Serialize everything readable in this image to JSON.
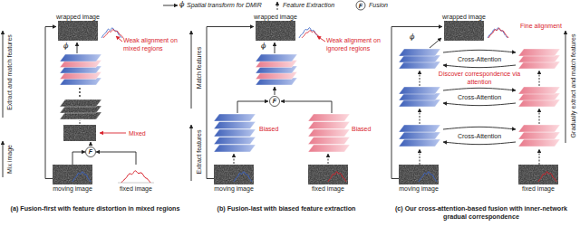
{
  "diagram": {
    "nodes": [
      {
        "text": [
          "(a) Fusion-first with feature distortion in mixed regions"
        ]
      },
      {
        "text": [
          "wrapped image"
        ],
        "in": 0
      },
      {
        "text": [
          "F"
        ],
        "in": 0
      },
      {
        "text": [
          "moving image"
        ],
        "in": 0
      },
      {
        "text": [
          "fixed image"
        ],
        "in": 0
      },
      {
        "text": [
          "(b) Fusion-last with biased feature extraction"
        ]
      },
      {
        "text": [
          "wrapped image"
        ],
        "in": 5
      },
      {
        "text": [
          "F"
        ],
        "in": 5
      },
      {
        "text": [
          "moving image"
        ],
        "in": 5
      },
      {
        "text": [
          "fixed image"
        ],
        "in": 5
      },
      {
        "text": [
          "(c) Our cross-attention-based fusion with inner-network gradual correspondence"
        ]
      },
      {
        "text": [
          "wrapped image"
        ],
        "in": 10
      },
      {
        "text": [
          "moving image"
        ],
        "in": 10
      },
      {
        "text": [
          "fixed image"
        ],
        "in": 10
      }
    ],
    "edges": [
      {
        "from": 3,
        "to": 2,
        "arrow": "to"
      },
      {
        "from": 4,
        "to": 2,
        "arrow": "to"
      },
      {
        "from": 3,
        "to": 1,
        "arrow": "to"
      },
      {
        "from": 8,
        "to": 6,
        "arrow": "to"
      },
      {
        "from": 12,
        "to": 11,
        "arrow": "to"
      }
    ],
    "labels": [
      "ϕ",
      "F",
      "Extract and match features",
      "Mix image",
      "ϕ",
      "Weak alignment on mixed regions",
      "Mixed",
      "Match features",
      "Extract features",
      "ϕ",
      "Weak alignment on ignored regions",
      "Biased",
      "Biased",
      "Gradually extract and match features",
      "ϕ",
      "Fine alignment",
      "Cross-Attention",
      "Discover correspondence via attention",
      "Cross-Attention",
      "Cross-Attention"
    ],
    "legend": [
      {
        "text": "Spatial transform for DMIR"
      },
      {
        "text": "Feature Extraction"
      },
      {
        "text": "Fusion"
      }
    ]
  }
}
